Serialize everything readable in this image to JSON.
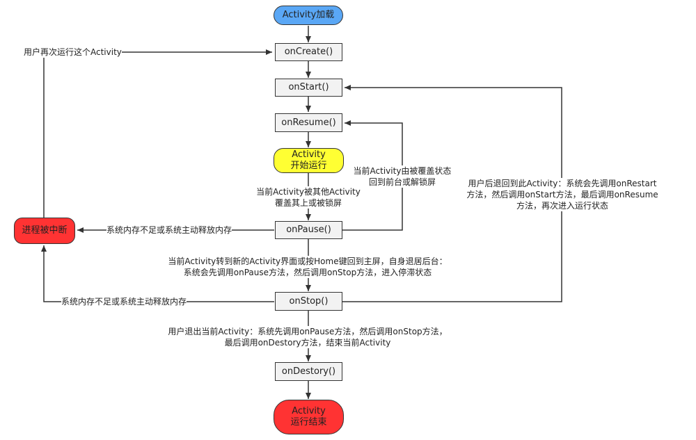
{
  "nodes": {
    "activity_load": "Activity加载",
    "on_create": "onCreate()",
    "on_start": "onStart()",
    "on_resume": "onResume()",
    "activity_running_1": "Activity",
    "activity_running_2": "开始运行",
    "on_pause": "onPause()",
    "process_killed": "进程被中断",
    "on_stop": "onStop()",
    "on_destory": "onDestory()",
    "activity_end_1": "Activity",
    "activity_end_2": "运行结束"
  },
  "labels": {
    "rerun": "用户再次运行这个Activity",
    "covered_1": "当前Activity被其他Activity",
    "covered_2": "覆盖其上或被锁屏",
    "uncovered_1": "当前Activity由被覆盖状态",
    "uncovered_2": "回到前台或解锁屏",
    "low_memory_pause": "系统内存不足或系统主动释放内存",
    "to_background_1": "当前Activity转到新的Activity界面或按Home键回到主屏，自身退居后台：",
    "to_background_2": "系统会先调用onPause方法，然后调用onStop方法，进入停滞状态",
    "restart_1": "用户后退回到此Activity：系统会先调用onRestart",
    "restart_2": "方法，然后调用onStart方法，最后调用onResume",
    "restart_3": "方法，再次进入运行状态",
    "low_memory_stop": "系统内存不足或系统主动释放内存",
    "exit_1": "用户退出当前Activity：系统先调用onPause方法，然后调用onStop方法，",
    "exit_2": "最后调用onDestory方法，结束当前Activity"
  },
  "colors": {
    "start_fill": "#5aa7f5",
    "running_fill": "#ffff33",
    "killed_fill": "#ff3333",
    "end_fill": "#ff3333",
    "process_fill": "#f2f2f2",
    "stroke": "#333333"
  }
}
